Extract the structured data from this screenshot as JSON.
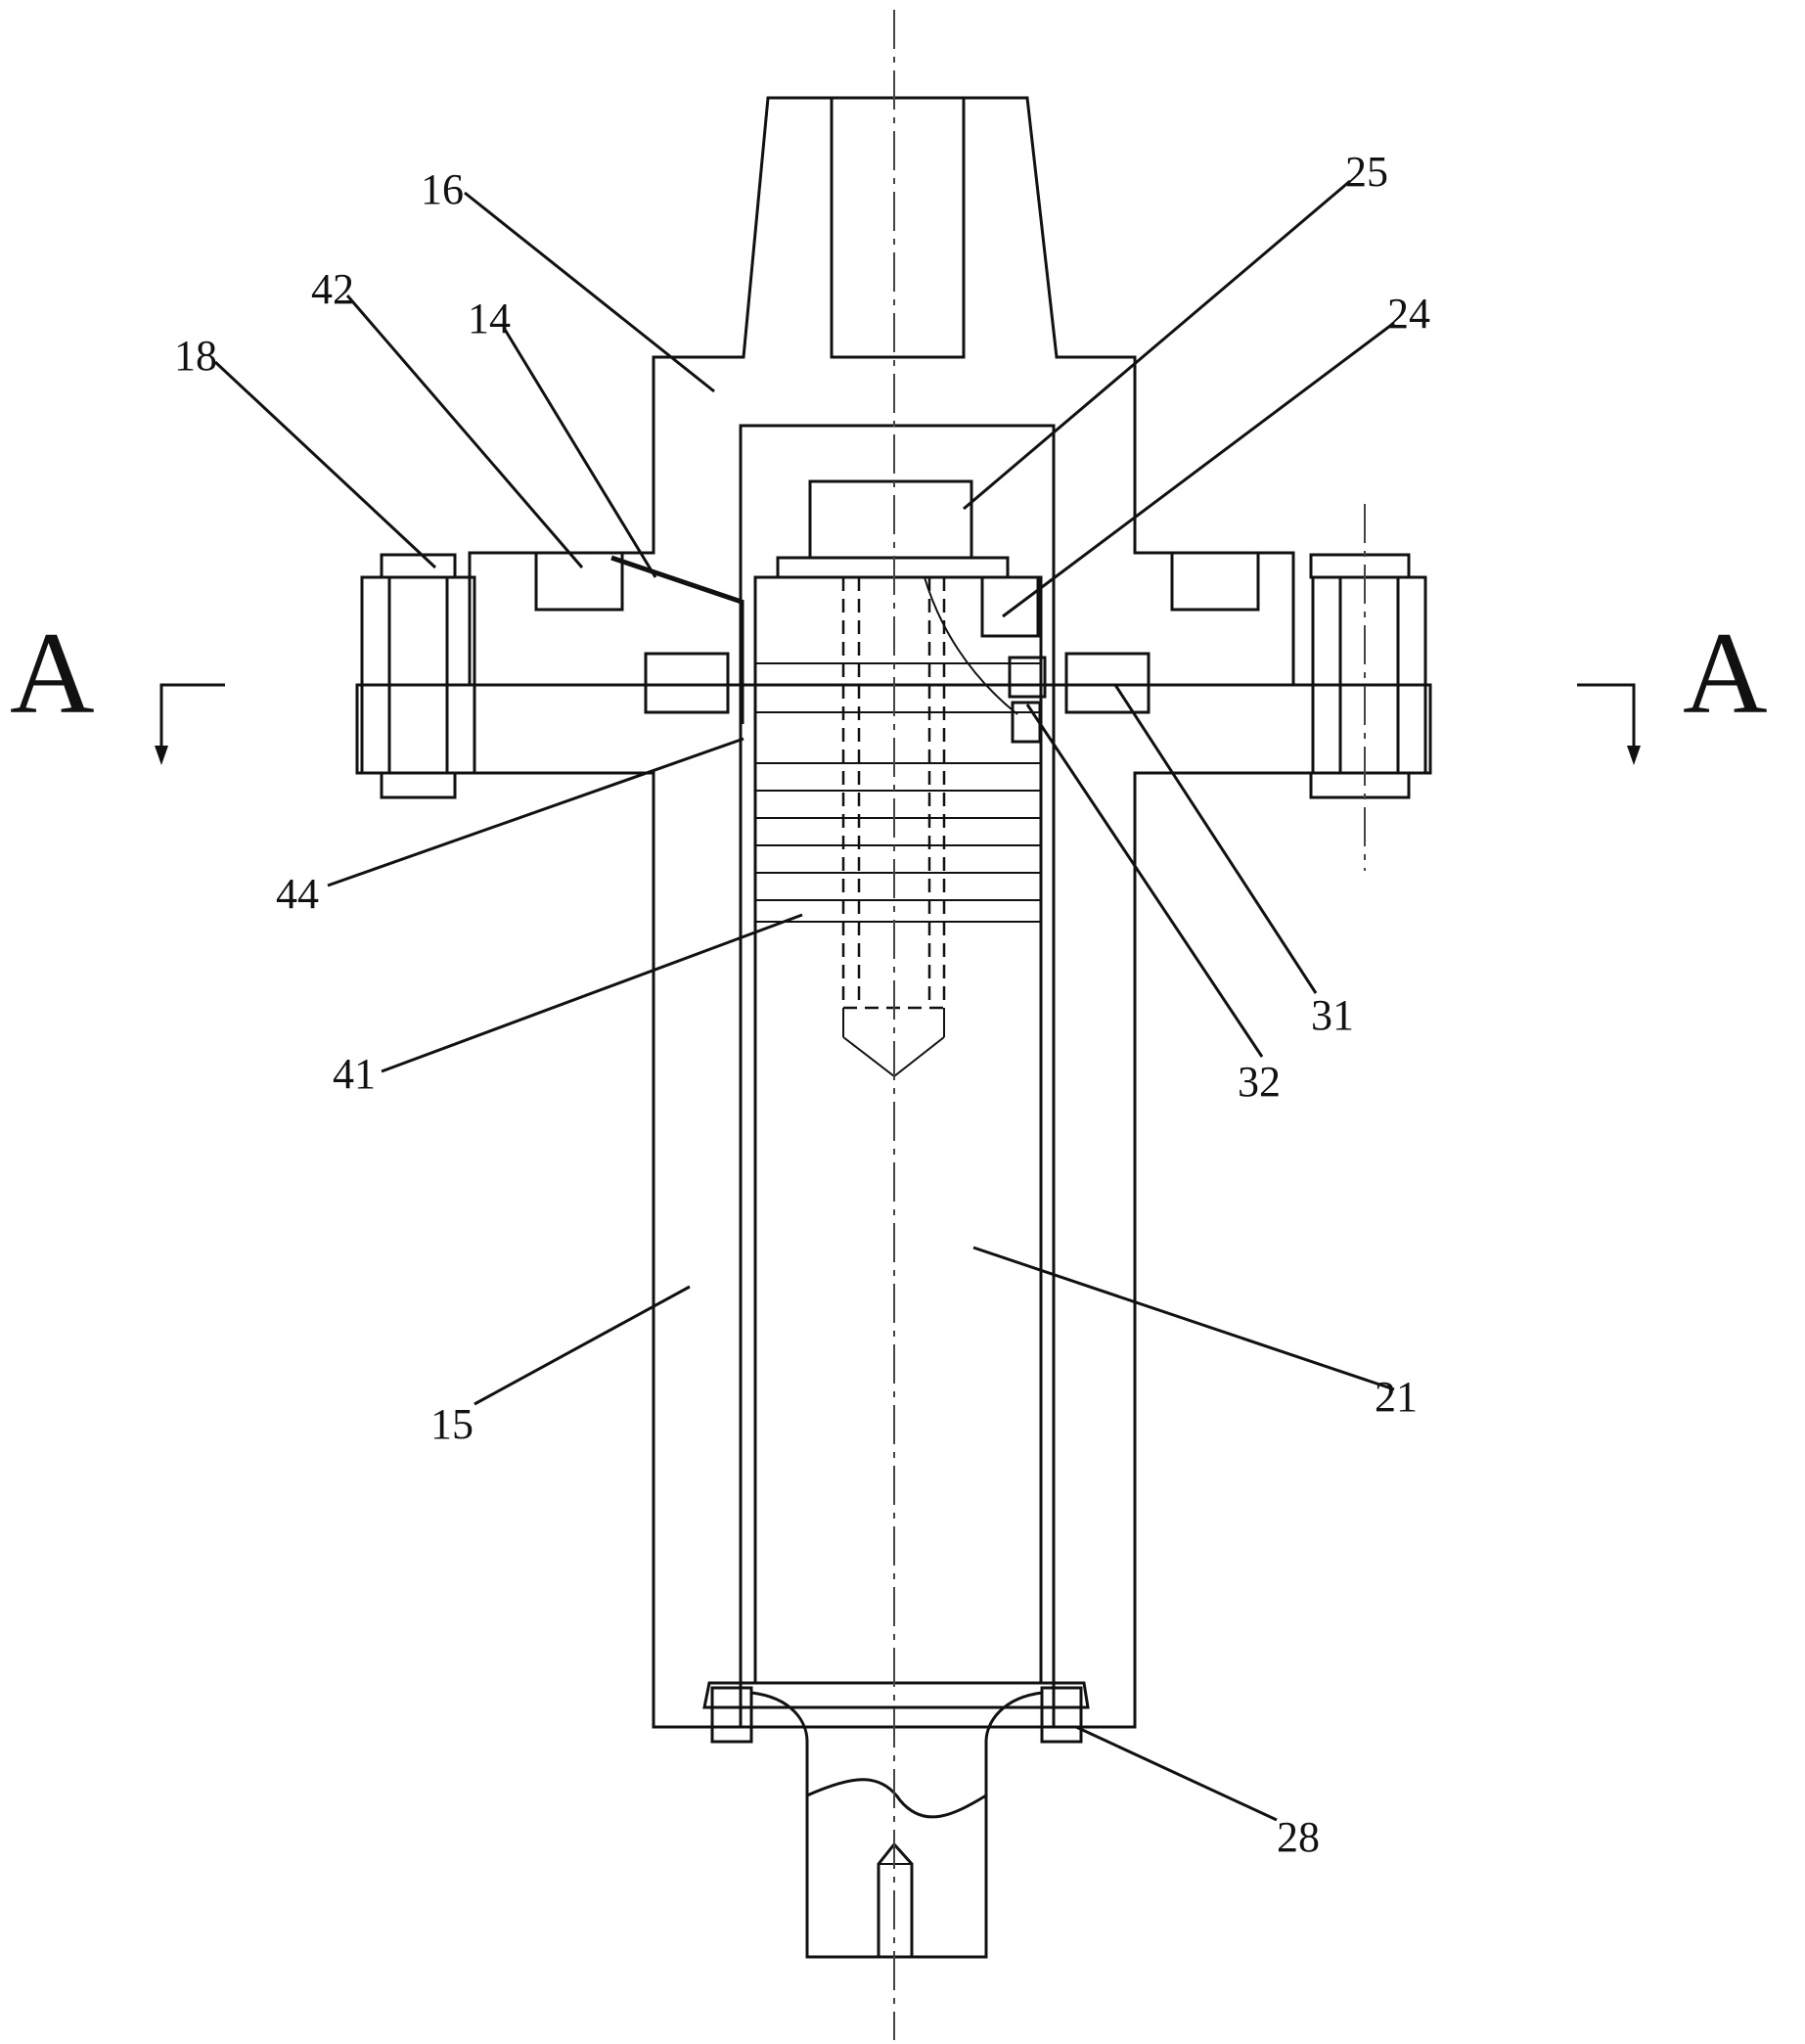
{
  "drawing": {
    "section_label_left": "A",
    "section_label_right": "A",
    "part_labels": {
      "p16": "16",
      "p25": "25",
      "p42": "42",
      "p14": "14",
      "p24": "24",
      "p18": "18",
      "p44": "44",
      "p41": "41",
      "p31": "31",
      "p32": "32",
      "p21": "21",
      "p15": "15",
      "p28": "28"
    }
  }
}
